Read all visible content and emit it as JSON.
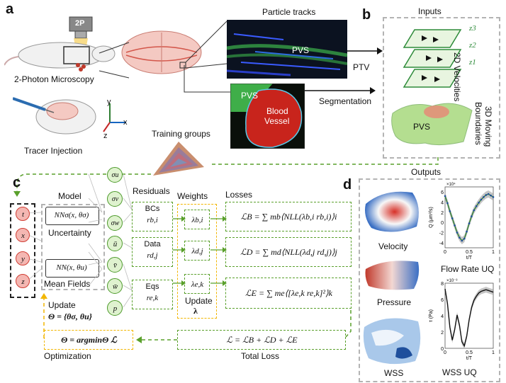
{
  "panel_a": {
    "label": "a",
    "microscope_tag": "2P",
    "caption_microscopy": "2-Photon Microscopy",
    "caption_tracer": "Tracer Injection",
    "axes": {
      "y": "y",
      "x": "x",
      "z": "z"
    },
    "particle_tracks_title": "Particle tracks",
    "pvs_top": "PVS",
    "ptv_label": "PTV",
    "segmentation_label": "Segmentation",
    "pvs_seg": "PVS",
    "blood_vessel_line1": "Blood",
    "blood_vessel_line2": "Vessel",
    "training_groups": "Training groups"
  },
  "panel_b": {
    "label": "b",
    "inputs_title": "Inputs",
    "velocities_label": "2D Velocities",
    "boundaries_line1": "3D Moving",
    "boundaries_line2": "Boundaries",
    "z_labels": [
      "z3",
      "z2",
      "z1"
    ],
    "pvs_label": "PVS"
  },
  "panel_c": {
    "label": "c",
    "model_title": "Model",
    "nn_sigma": "NNσ(x, θσ)",
    "uncertainty_label": "Uncertainty",
    "nn_main": "NN(x, θu)",
    "mean_fields_label": "Mean Fields",
    "inputs": [
      "t",
      "x",
      "y",
      "z"
    ],
    "outputs": [
      "σu",
      "σv",
      "σw",
      "ū",
      "v̄",
      "w̄",
      "p"
    ],
    "residuals_title": "Residuals",
    "weights_title": "Weights",
    "losses_title": "Losses",
    "residuals": [
      {
        "name": "BCs",
        "sym": "rb,i"
      },
      {
        "name": "Data",
        "sym": "rd,j"
      },
      {
        "name": "Eqs",
        "sym": "re,k"
      }
    ],
    "weights": [
      "λb,i",
      "λd,j",
      "λe,k"
    ],
    "update_label": "Update",
    "lambda_symbol": "λ",
    "losses": [
      "ℒB = ∑ mb⟨NLL(λb,i rb,i)⟩i",
      "ℒD = ∑ md⟨NLL(λd,j rd,j)⟩j",
      "ℒE = ∑ me⟨[λe,k re,k]²⟩k"
    ],
    "update_theta_line1": "Update",
    "update_theta_line2": "Θ = {θσ, θu}",
    "argmin": "Θ = argminΘ ℒ",
    "optimization": "Optimization",
    "total_loss_eq": "ℒ = ℒB + ℒD + ℒE",
    "total_loss_label": "Total Loss"
  },
  "panel_d": {
    "label": "d",
    "outputs_title": "Outputs",
    "velocity_label": "Velocity",
    "pressure_label": "Pressure",
    "wss_label": "WSS",
    "flow_caption": "Flow Rate UQ",
    "wss_caption": "WSS UQ",
    "flow_yaxis": "Q (μm³/s)",
    "flow_exp": "×10⁴",
    "wss_yaxis": "τ (Pa)",
    "wss_exp": "×10⁻³",
    "xaxis": "t/T",
    "flow_yticks": [
      "6",
      "4",
      "2",
      "0",
      "-2",
      "-4"
    ],
    "wss_yticks": [
      "8",
      "6",
      "4",
      "2",
      "0"
    ],
    "xticks": [
      "0",
      "0.5",
      "1"
    ],
    "colors": {
      "green": "#5aa02c",
      "yellow": "#f2b600",
      "gray": "#b3b3b3",
      "node_red": "#e8493f",
      "node_green": "#6cbf4a"
    }
  },
  "chart_data": [
    {
      "type": "line",
      "ylabel": "Q (μm³/s)",
      "xlabel": "t/T",
      "xlim": [
        0,
        1
      ],
      "ylim": [
        -5,
        7
      ],
      "x": [
        0,
        0.05,
        0.1,
        0.15,
        0.2,
        0.25,
        0.3,
        0.35,
        0.4,
        0.45,
        0.5,
        0.55,
        0.6,
        0.65,
        0.7,
        0.75,
        0.8,
        0.85,
        0.9,
        0.95,
        1.0
      ],
      "series": [
        {
          "values": [
            5.2,
            3.8,
            2.2,
            0.8,
            -0.6,
            -2.0,
            -3.0,
            -3.6,
            -3.2,
            -1.8,
            -0.2,
            1.2,
            2.4,
            3.2,
            3.9,
            4.5,
            5.0,
            5.4,
            5.6,
            5.3,
            5.0
          ]
        }
      ]
    },
    {
      "type": "line",
      "ylabel": "τ (Pa)",
      "xlabel": "t/T",
      "xlim": [
        0,
        1
      ],
      "ylim": [
        0,
        8
      ],
      "x": [
        0,
        0.05,
        0.1,
        0.15,
        0.2,
        0.25,
        0.3,
        0.35,
        0.4,
        0.45,
        0.5,
        0.55,
        0.6,
        0.65,
        0.7,
        0.75,
        0.8,
        0.85,
        0.9,
        0.95,
        1.0
      ],
      "series": [
        {
          "values": [
            7.3,
            5.5,
            2.6,
            1.0,
            2.3,
            4.1,
            2.8,
            0.8,
            0.3,
            1.5,
            3.5,
            5.0,
            5.9,
            6.4,
            6.8,
            7.0,
            7.1,
            7.2,
            7.1,
            7.0,
            6.9
          ]
        }
      ]
    }
  ]
}
